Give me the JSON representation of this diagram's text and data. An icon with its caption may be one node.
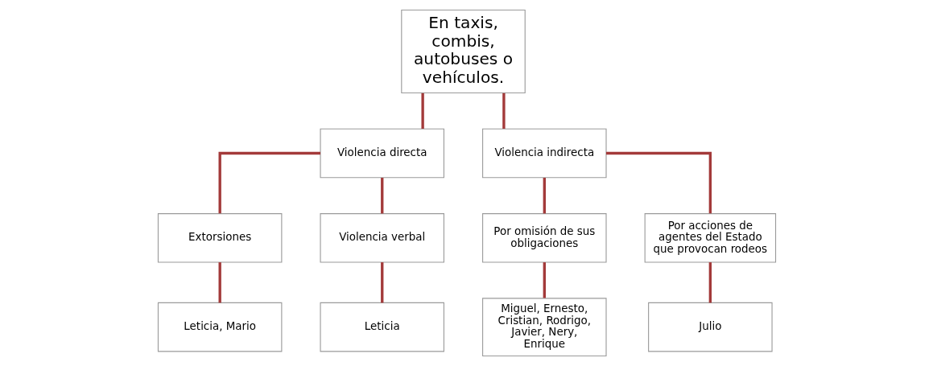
{
  "diagram": {
    "nodes": [
      {
        "text": [
          "En taxis, combis, autobuses o vehículos."
        ]
      },
      {
        "text": [
          "Violencia directa"
        ]
      },
      {
        "text": [
          "Violencia indirecta"
        ]
      },
      {
        "text": [
          "Extorsiones"
        ]
      },
      {
        "text": [
          "Violencia verbal"
        ]
      },
      {
        "text": [
          "Por omisión de sus obligaciones"
        ]
      },
      {
        "text": [
          "Por acciones de agentes del Estado que provocan rodeos"
        ]
      },
      {
        "text": [
          "Leticia, Mario"
        ]
      },
      {
        "text": [
          "Leticia"
        ]
      },
      {
        "text": [
          "Miguel, Ernesto, Cristian, Rodrigo, Javier, Nery, Enrique"
        ]
      },
      {
        "text": [
          "Julio"
        ]
      }
    ],
    "edges": [
      {
        "from": 0,
        "to": 1,
        "arrow": "none"
      },
      {
        "from": 0,
        "to": 2,
        "arrow": "none"
      },
      {
        "from": 1,
        "to": 3,
        "arrow": "none"
      },
      {
        "from": 1,
        "to": 4,
        "arrow": "none"
      },
      {
        "from": 2,
        "to": 5,
        "arrow": "none"
      },
      {
        "from": 2,
        "to": 6,
        "arrow": "none"
      },
      {
        "from": 3,
        "to": 7,
        "arrow": "none"
      },
      {
        "from": 4,
        "to": 8,
        "arrow": "none"
      },
      {
        "from": 5,
        "to": 9,
        "arrow": "none"
      },
      {
        "from": 6,
        "to": 10,
        "arrow": "none"
      }
    ]
  }
}
